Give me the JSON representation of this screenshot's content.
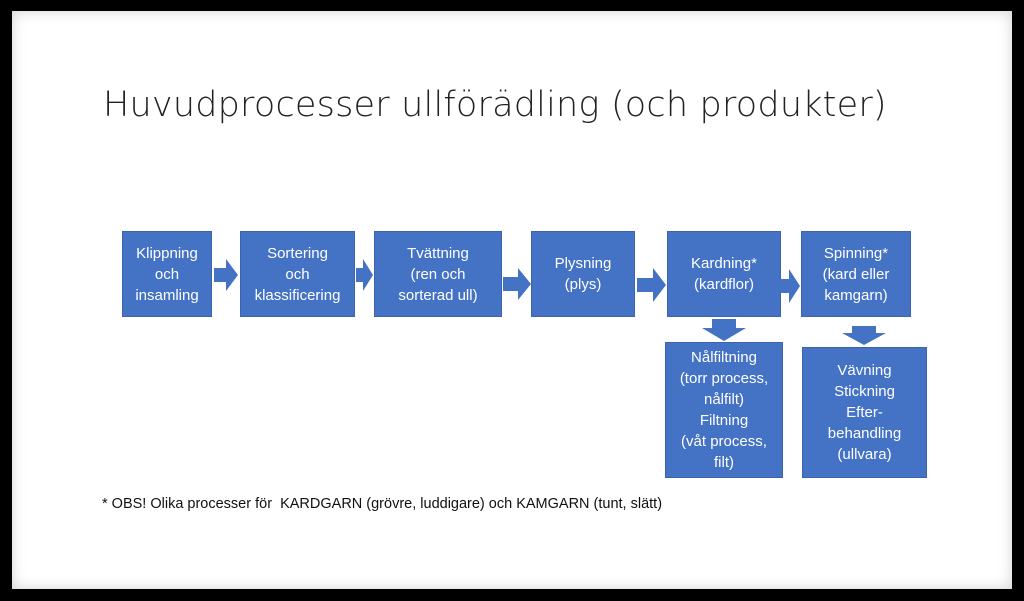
{
  "title": "Huvudprocesser ullförädling (och produkter)",
  "steps": [
    {
      "label": "Klippning\noch\ninsamling"
    },
    {
      "label": "Sortering\noch\nklassificering"
    },
    {
      "label": "Tvättning\n(ren och\nsorterad ull)"
    },
    {
      "label": "Plysning\n(plys)"
    },
    {
      "label": "Kardning*\n(kardflor)"
    },
    {
      "label": "Spinning*\n(kard eller\nkamgarn)"
    }
  ],
  "products": [
    {
      "label": "Nålfiltning\n(torr process,\nnålfilt)\nFiltning\n(våt process,\nfilt)"
    },
    {
      "label": "Vävning\nStickning\nEfter-\nbehandling\n(ullvara)"
    }
  ],
  "footnote": "* OBS! Olika processer för  KARDGARN (grövre, luddigare) och KAMGARN (tunt, slätt)",
  "colors": {
    "box": "#4472C4",
    "arrow": "#4472C4"
  }
}
